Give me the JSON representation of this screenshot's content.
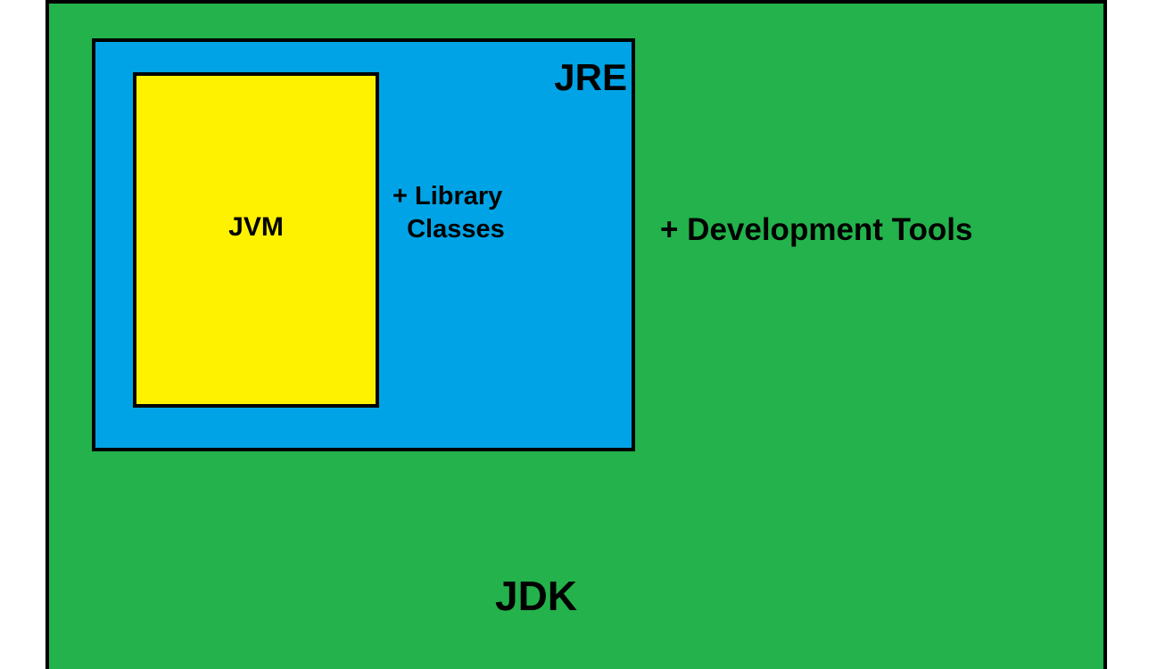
{
  "diagram": {
    "jdk": {
      "label": "JDK",
      "color": "#23b24b"
    },
    "jre": {
      "label": "JRE",
      "color": "#00a4e6"
    },
    "jvm": {
      "label": "JVM",
      "color": "#fff200"
    },
    "jre_addition": "+ Library\n  Classes",
    "jdk_addition": "+ Development Tools",
    "border_color": "#000000"
  }
}
